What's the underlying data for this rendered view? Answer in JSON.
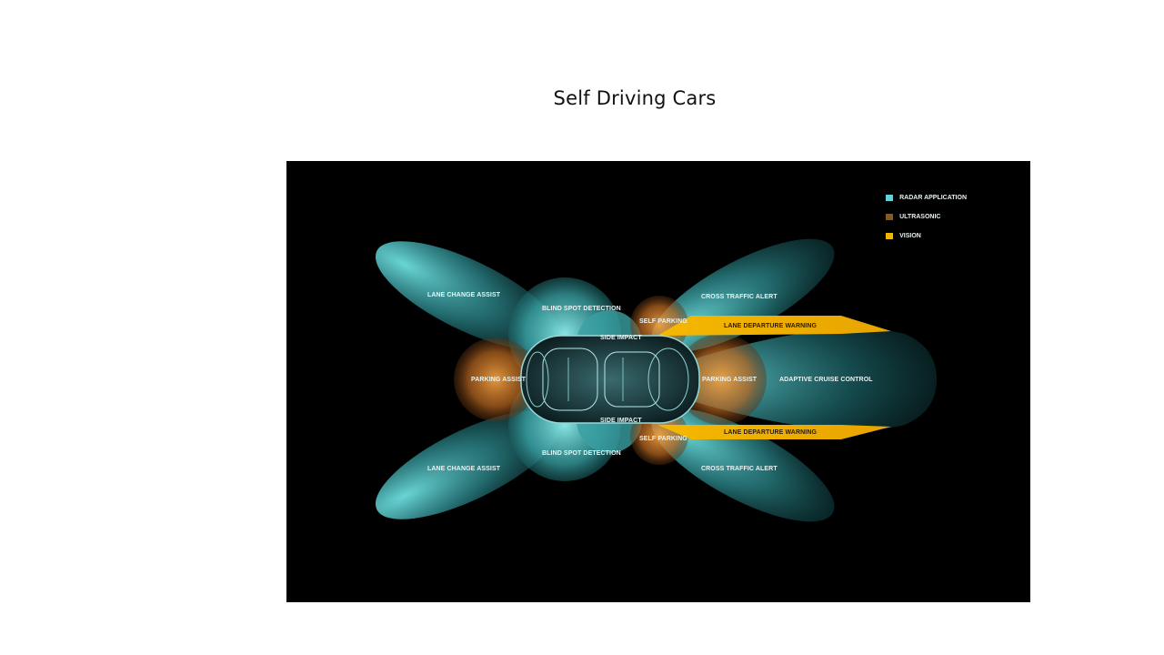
{
  "slide": {
    "title": "Self Driving Cars"
  },
  "diagram": {
    "legend": [
      {
        "label": "RADAR APPLICATION",
        "color": "#5fd3d6"
      },
      {
        "label": "ULTRASONIC",
        "color": "#8a5a1c"
      },
      {
        "label": "VISION",
        "color": "#f2b705"
      }
    ],
    "labels": {
      "lane_change_top": "LANE CHANGE ASSIST",
      "lane_change_bottom": "LANE CHANGE ASSIST",
      "blind_spot_top": "BLIND SPOT DETECTION",
      "blind_spot_bottom": "BLIND SPOT DETECTION",
      "side_impact_top": "SIDE IMPACT",
      "side_impact_bottom": "SIDE IMPACT",
      "self_parking_top": "SELF PARKING",
      "self_parking_bottom": "SELF PARKING",
      "parking_assist_rear": "PARKING ASSIST",
      "parking_assist_front": "PARKING ASSIST",
      "cross_traffic_top": "CROSS TRAFFIC ALERT",
      "cross_traffic_bottom": "CROSS TRAFFIC ALERT",
      "lane_departure_top": "LANE DEPARTURE WARNING",
      "lane_departure_bottom": "LANE DEPARTURE WARNING",
      "adaptive_cruise": "ADAPTIVE CRUISE CONTROL"
    }
  }
}
